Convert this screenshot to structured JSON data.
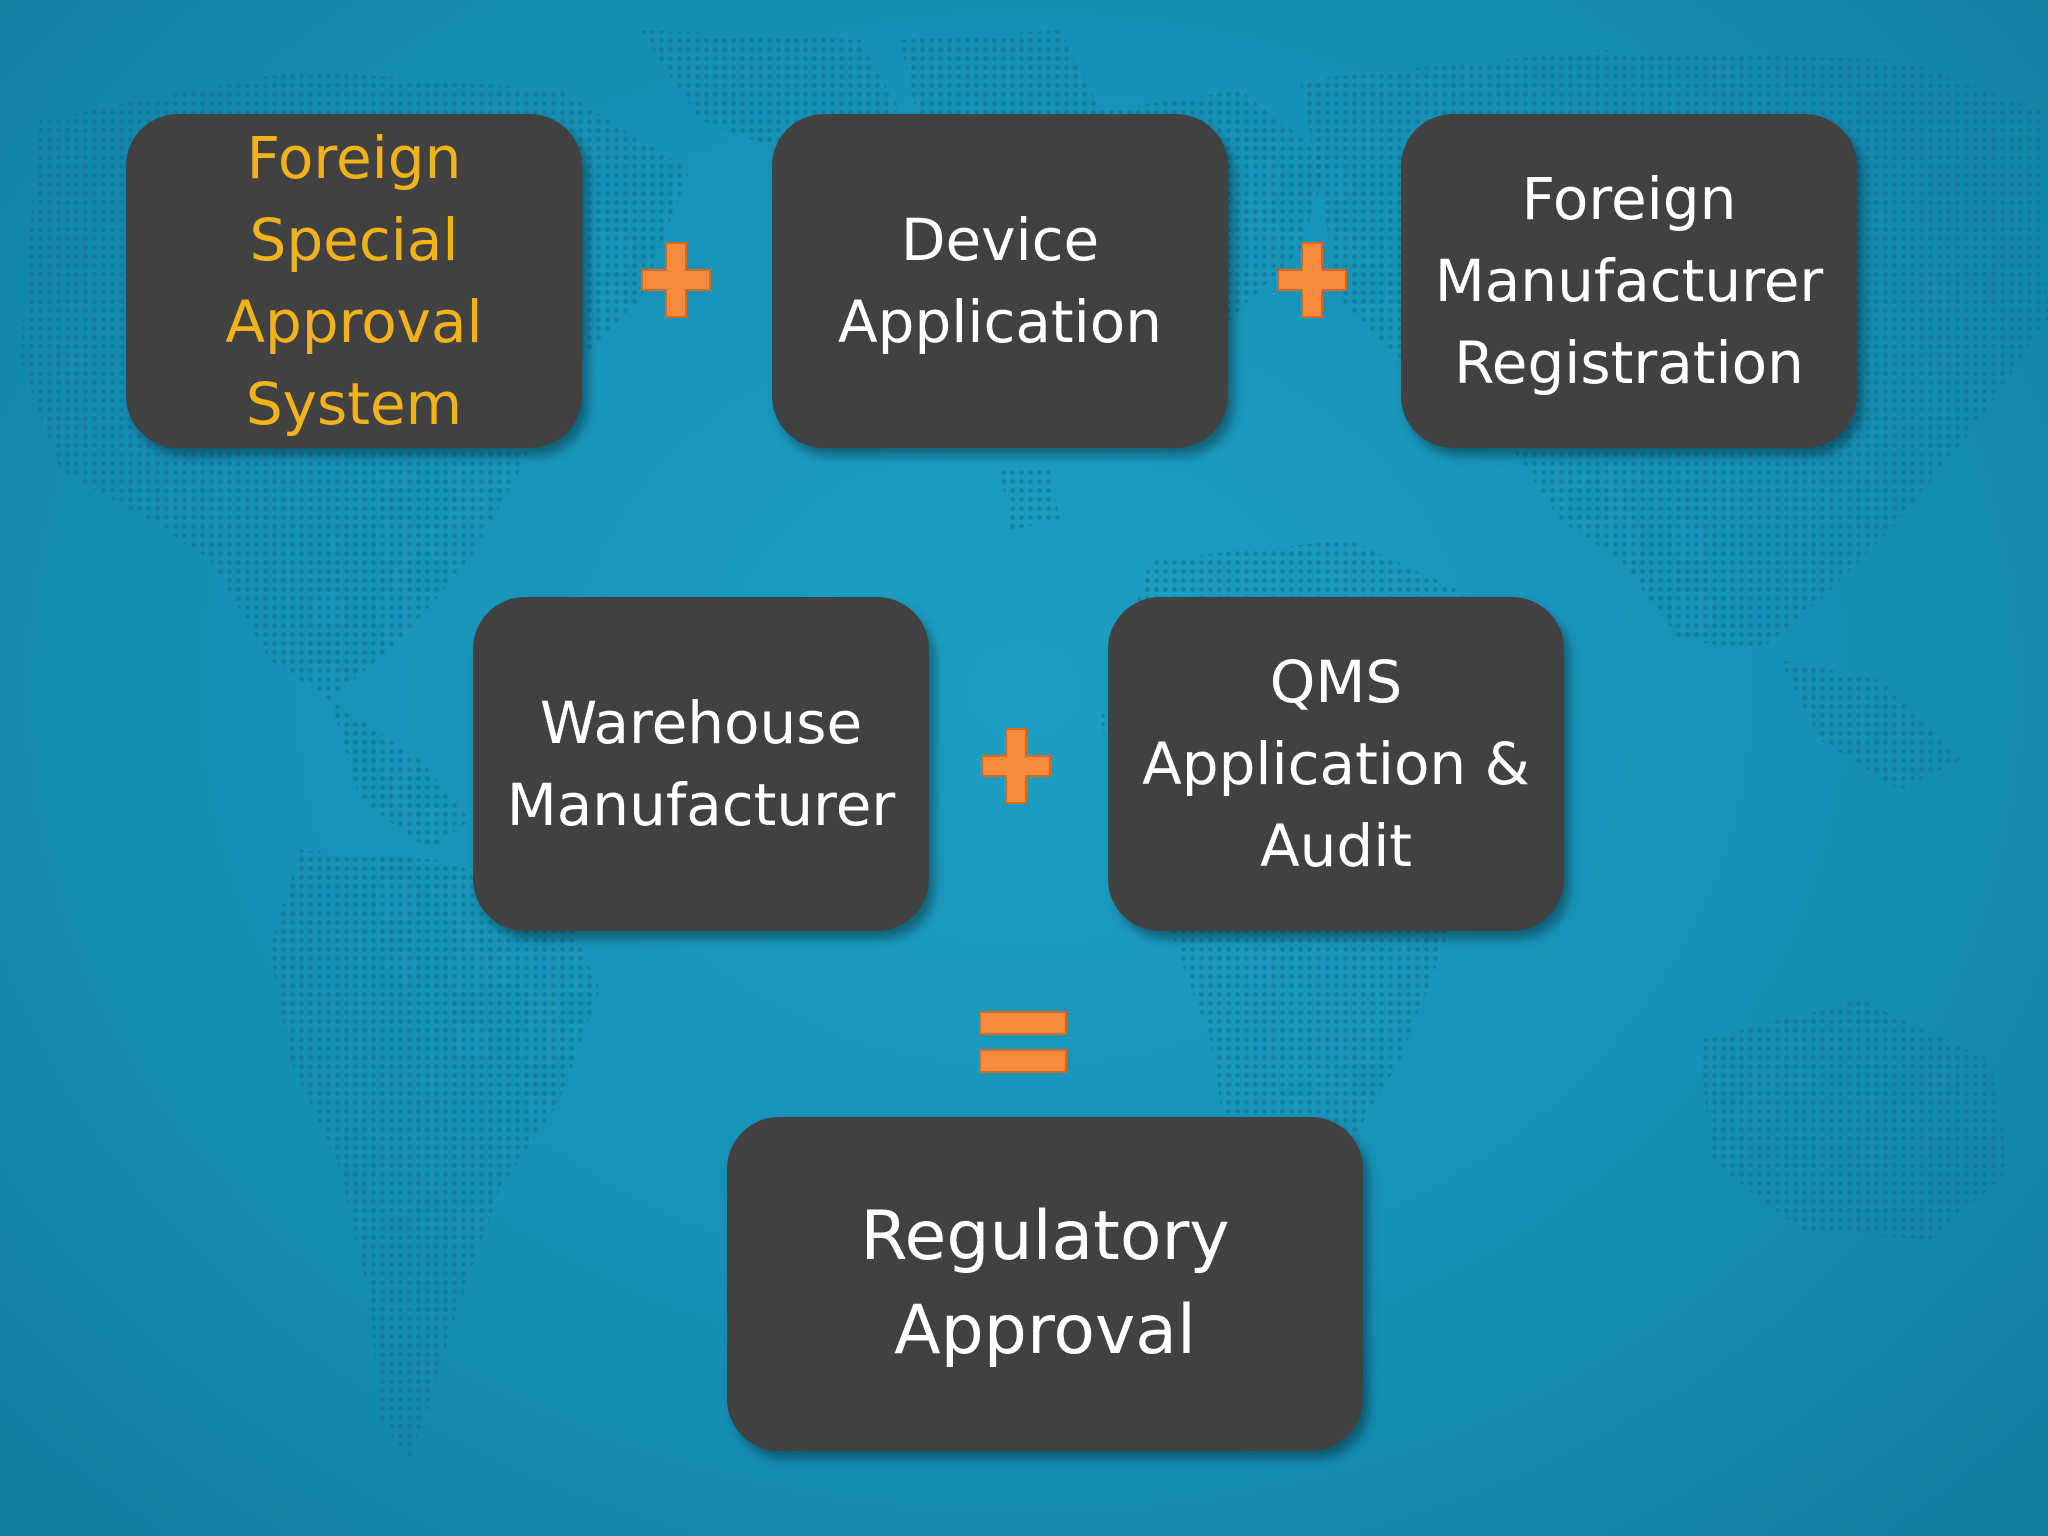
{
  "colors": {
    "background": "#1690b6",
    "box_fill": "#414141",
    "highlight_text": "#f2b21a",
    "text": "#ffffff",
    "operator": "#f58a3a"
  },
  "boxes": {
    "fsas": {
      "label": "Foreign\nSpecial\nApproval\nSystem",
      "highlighted": true
    },
    "device": {
      "label": "Device\nApplication"
    },
    "fmr": {
      "label": "Foreign\nManufacturer\nRegistration"
    },
    "warehouse": {
      "label": "Warehouse\nManufacturer"
    },
    "qms": {
      "label": "QMS\nApplication &\nAudit"
    },
    "regulatory": {
      "label": "Regulatory\nApproval"
    }
  },
  "operators": {
    "plus": "plus-icon",
    "equals": "equals-icon"
  }
}
